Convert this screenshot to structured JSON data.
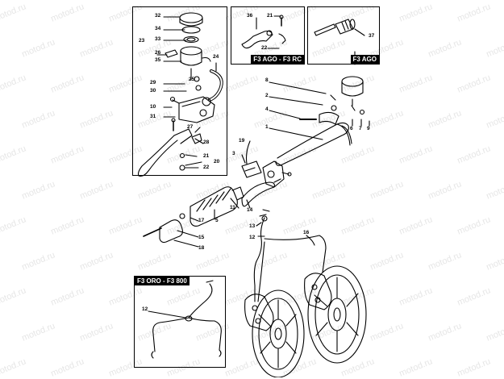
{
  "watermark_text": "motod.ru",
  "boxes": {
    "main_inset_title": "",
    "lever_inset_title": "F3 AGO - F3 RC",
    "adjuster_inset_title": "F3 AGO",
    "hose_inset_title": "F3 ORO - F3 800"
  },
  "part_labels": {
    "p32": "32",
    "p34": "34",
    "p33": "33",
    "p23": "23",
    "p26": "26",
    "p35": "35",
    "p24": "24",
    "p25": "25",
    "p29": "29",
    "p30": "30",
    "p10": "10",
    "p31": "31",
    "p27": "27",
    "p28": "28",
    "p21a": "21",
    "p20": "20",
    "p22a": "22",
    "p36": "36",
    "p21b": "21",
    "p22b": "22",
    "p37": "37",
    "p8": "8",
    "p2": "2",
    "p4": "4",
    "p1": "1",
    "p6": "6",
    "p7": "7",
    "p9": "9",
    "p19": "19",
    "p3": "3",
    "p14": "14",
    "p11": "11",
    "p5": "5",
    "p17": "17",
    "p15": "15",
    "p18": "18",
    "p13": "13",
    "p12a": "12",
    "p16": "16",
    "p12b": "12"
  },
  "colors": {
    "line": "#000000",
    "watermark": "#e6e6e6",
    "title_bg": "#000000",
    "title_fg": "#ffffff"
  }
}
